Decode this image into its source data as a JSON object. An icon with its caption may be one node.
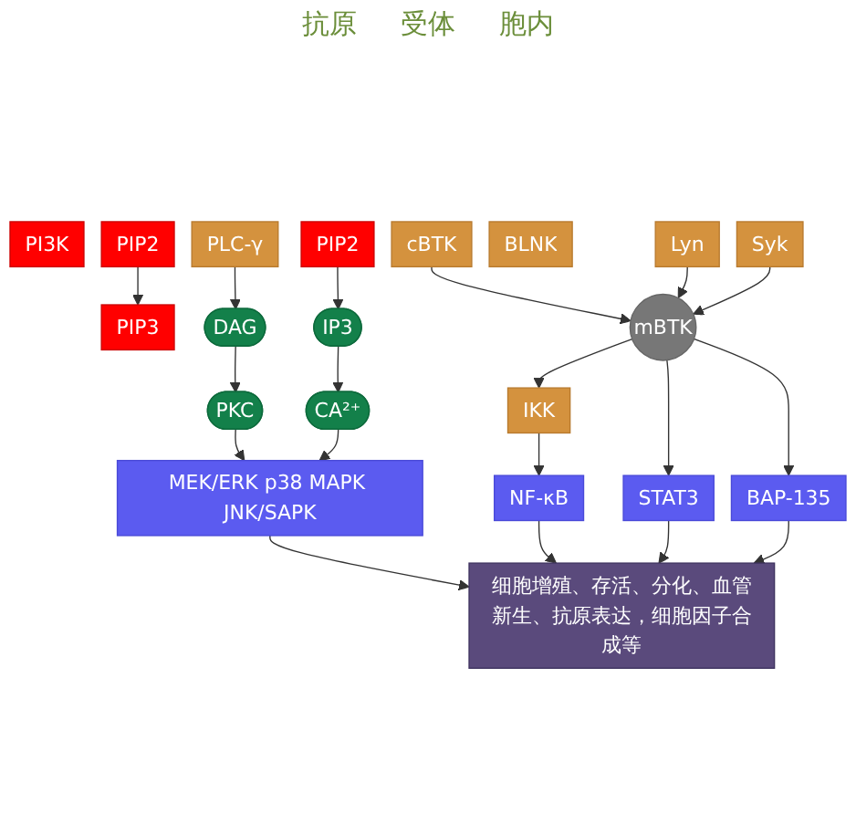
{
  "diagram": {
    "nodes": [
      {
        "text": [
          "PI3K"
        ]
      },
      {
        "text": [
          "PIP2"
        ]
      },
      {
        "text": [
          "PIP3"
        ]
      },
      {
        "text": [
          "Lyn"
        ]
      },
      {
        "text": [
          "Syk"
        ]
      },
      {
        "text": [
          "cBTK"
        ]
      },
      {
        "text": [
          "mBTK"
        ]
      },
      {
        "text": [
          "BLNK"
        ]
      },
      {
        "text": [
          "PLC-γ"
        ]
      },
      {
        "text": [
          "IKK"
        ]
      },
      {
        "text": [
          "STAT3"
        ]
      },
      {
        "text": [
          "BAP-135"
        ]
      },
      {
        "text": [
          "PIP2"
        ]
      },
      {
        "text": [
          "DAG"
        ]
      },
      {
        "text": [
          "IP3"
        ]
      },
      {
        "text": [
          "NF-κB"
        ]
      },
      {
        "text": [
          "PKC"
        ]
      },
      {
        "text": [
          "CA²⁺"
        ]
      },
      {
        "text": [
          "MEK/ERK p38 MAPK JNK/SAPK"
        ]
      },
      {
        "text": [
          "细胞增殖、存活、分化、血管新生、抗原表达，细胞因子合成等"
        ]
      }
    ],
    "edges": [
      {
        "from": 1,
        "to": 2,
        "arrow": "to"
      },
      {
        "from": 5,
        "to": 6,
        "arrow": "to"
      },
      {
        "from": 3,
        "to": 6,
        "arrow": "to"
      },
      {
        "from": 4,
        "to": 6,
        "arrow": "to"
      },
      {
        "from": 6,
        "to": 9,
        "arrow": "to"
      },
      {
        "from": 6,
        "to": 10,
        "arrow": "to"
      },
      {
        "from": 6,
        "to": 11,
        "arrow": "to"
      },
      {
        "from": 9,
        "to": 15,
        "arrow": "to"
      },
      {
        "from": 12,
        "to": 14,
        "arrow": "to"
      },
      {
        "from": 8,
        "to": 13,
        "arrow": "to"
      },
      {
        "from": 13,
        "to": 16,
        "arrow": "to"
      },
      {
        "from": 14,
        "to": 17,
        "arrow": "to"
      },
      {
        "from": 16,
        "to": 18,
        "arrow": "to"
      },
      {
        "from": 17,
        "to": 18,
        "arrow": "to"
      },
      {
        "from": 18,
        "to": 19,
        "arrow": "to"
      },
      {
        "from": 15,
        "to": 19,
        "arrow": "to"
      },
      {
        "from": 10,
        "to": 19,
        "arrow": "to"
      },
      {
        "from": 11,
        "to": 19,
        "arrow": "to"
      }
    ],
    "labels": [
      "抗原",
      "受体",
      "胞内"
    ]
  }
}
